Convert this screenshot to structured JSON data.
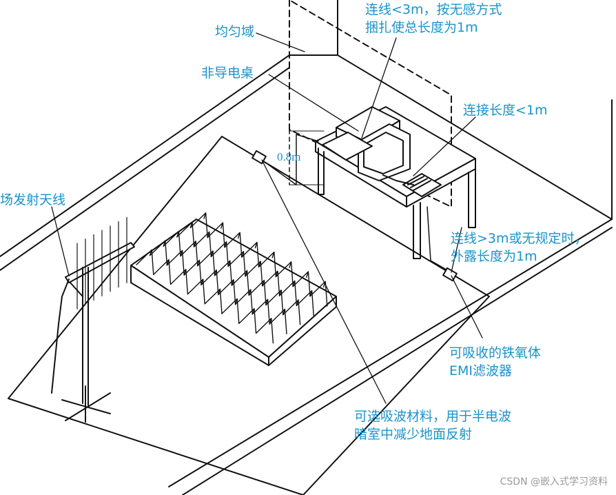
{
  "labels": {
    "uniform_area": "均匀域",
    "nonconductive_table": "非导电桌",
    "cable_bundle_line1": "连线<3m，按无感方式",
    "cable_bundle_line2": "捆扎使总长度为1m",
    "connection_length": "连接长度<1m",
    "height": "0.8m",
    "antenna": "场发射天线",
    "exposed_line1": "连线>3m或无规定时，",
    "exposed_line2": "外露长度为1m",
    "filter_line1": "可吸收的铁氧体",
    "filter_line2": "EMI滤波器",
    "absorber_line1": "可选吸波材料，用于半电波",
    "absorber_line2": "暗室中减少地面反射"
  },
  "watermark": "CSDN @嵌入式学习资料",
  "colors": {
    "label": "#1a93c9",
    "lines": "#111111"
  }
}
